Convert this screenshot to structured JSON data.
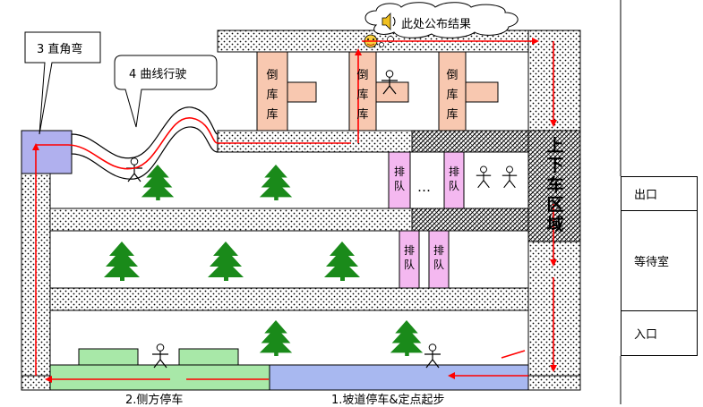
{
  "callouts": {
    "right_angle_turn": "3 直角弯",
    "curve_driving": "4 曲线行驶",
    "results_notice": "此处公布结果"
  },
  "garage_label": [
    "倒",
    "库",
    "库"
  ],
  "queue_label": [
    "排",
    "队"
  ],
  "queue_ellipsis": "…",
  "pickup_area_label": [
    "上",
    "下",
    "车",
    "区",
    "域"
  ],
  "bottom_labels": {
    "side_parking": "2.侧方停车",
    "ramp_parking": "1.坡道停车&定点起步"
  },
  "right_panel": {
    "exit": "出口",
    "waiting_room": "等待室",
    "entrance": "入口"
  },
  "colors": {
    "route_arrow": "#ff0000",
    "garage_fill": "#f8c8b0",
    "queue_fill": "#f4b8f0",
    "ramp_fill": "#a8b8f0",
    "side_parking_fill": "#a8e8a8",
    "tree": "#1a8a1a"
  }
}
